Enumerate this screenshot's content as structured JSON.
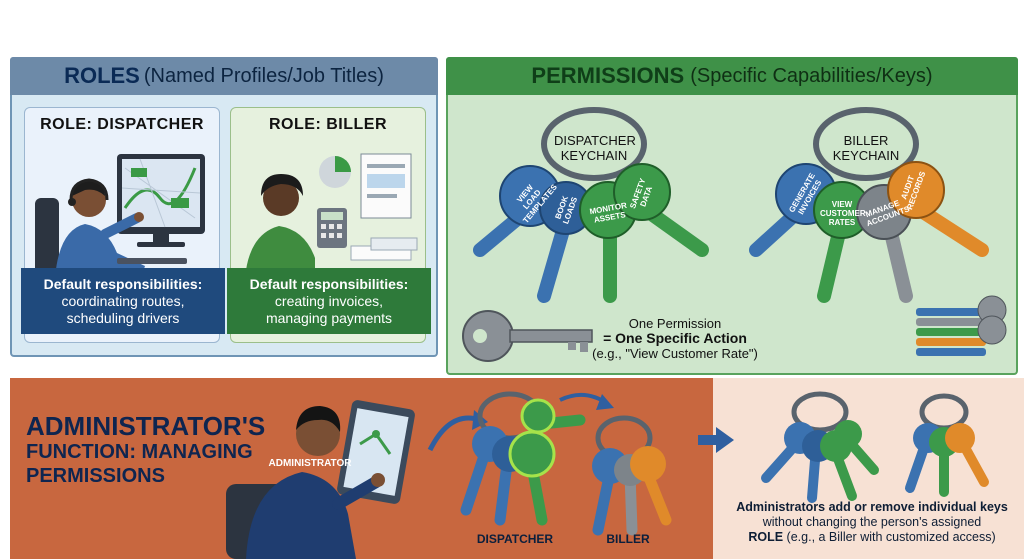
{
  "roles": {
    "title": "ROLES",
    "subtitle": "(Named Profiles/Job Titles)",
    "dispatcher": {
      "title": "ROLE: DISPATCHER",
      "responsibilities_heading": "Default responsibilities:",
      "responsibilities_line1": "coordinating routes,",
      "responsibilities_line2": "scheduling drivers"
    },
    "biller": {
      "title": "ROLE: BILLER",
      "responsibilities_heading": "Default responsibilities:",
      "responsibilities_line1": "creating invoices,",
      "responsibilities_line2": "managing payments"
    }
  },
  "permissions": {
    "title": "PERMISSIONS",
    "subtitle": "(Specific Capabilities/Keys)",
    "dispatcher_keychain": {
      "label_line1": "DISPATCHER",
      "label_line2": "KEYCHAIN",
      "keys": [
        "VIEW LOAD TEMPLATES",
        "BOOK LOADS",
        "MONITOR ASSETS",
        "SAFETY DATA"
      ]
    },
    "biller_keychain": {
      "label_line1": "BILLER",
      "label_line2": "KEYCHAIN",
      "keys": [
        "GENERATE INVOICES",
        "VIEW CUSTOMER RATES",
        "MANAGE ACCOUNTS",
        "AUDIT RECORDS"
      ]
    },
    "one_permission_line1": "One Permission",
    "one_permission_line2": "= One Specific Action",
    "one_permission_line3": "(e.g., \"View Customer Rate\")"
  },
  "admin": {
    "title_line1": "ADMINISTRATOR'S",
    "title_line2": "FUNCTION: MANAGING",
    "title_line3": "PERMISSIONS",
    "badge": "ADMINISTRATOR",
    "dispatcher_label": "DISPATCHER",
    "biller_label": "BILLER",
    "note_line1": "Administrators add or remove individual keys",
    "note_line2": "without changing the person's assigned",
    "note_line3_bold": "ROLE",
    "note_line3_rest": " (e.g., a Biller with customized access)"
  },
  "colors": {
    "role_blue": "#1f4a7d",
    "role_green": "#2e7a3a",
    "admin_orange": "#c8673f",
    "key_blue": "#3b72b0",
    "key_green": "#3c9a4a",
    "key_orange": "#e08a2a",
    "key_gray": "#8a9096"
  }
}
